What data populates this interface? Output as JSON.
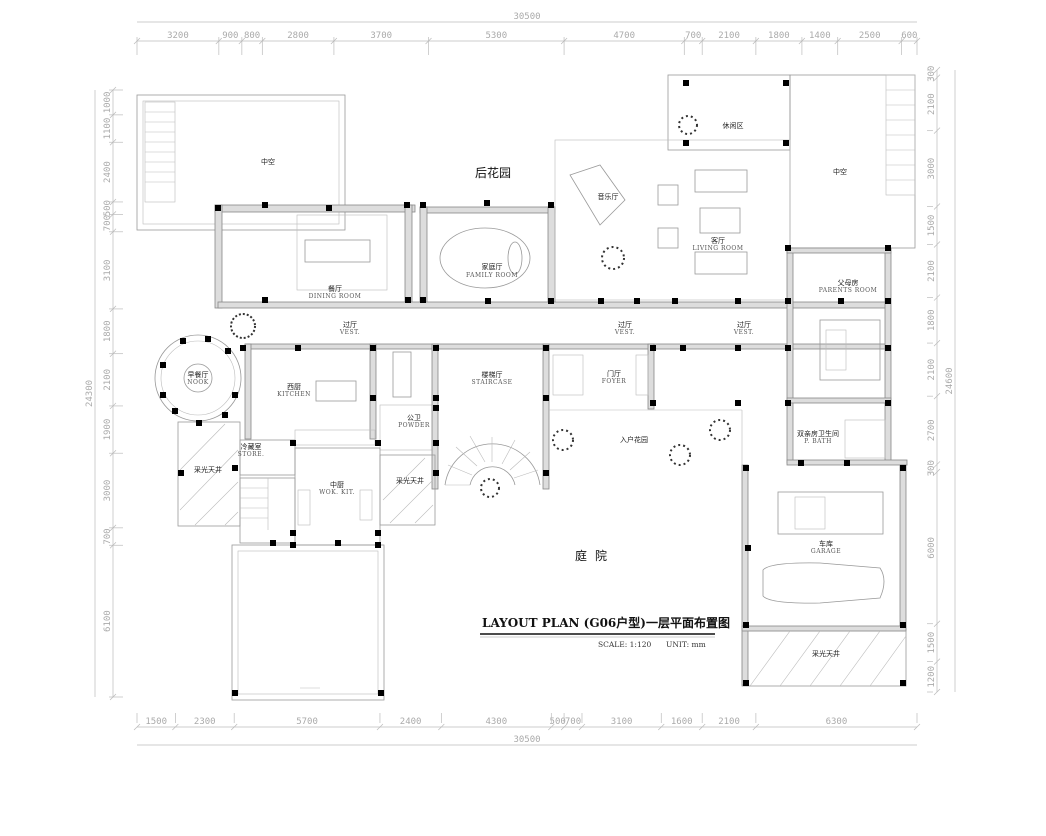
{
  "dimensions": {
    "top_total": "30500",
    "top": [
      "3200",
      "900",
      "800",
      "2800",
      "3700",
      "5300",
      "4700",
      "700",
      "2100",
      "1800",
      "1400",
      "2500",
      "600"
    ],
    "bottom_total": "30500",
    "bottom": [
      "1500",
      "2300",
      "5700",
      "2400",
      "4300",
      "500",
      "700",
      "3100",
      "1600",
      "2100",
      "6300"
    ],
    "left_total": "24300",
    "left": [
      "1000",
      "1100",
      "2400",
      "500",
      "700",
      "3100",
      "1800",
      "2100",
      "1900",
      "3000",
      "700",
      "6100"
    ],
    "right_total": "24600",
    "right": [
      "300",
      "2100",
      "3000",
      "1500",
      "2100",
      "1800",
      "2100",
      "2700",
      "300",
      "6000",
      "1500",
      "1200"
    ]
  },
  "rooms": [
    {
      "zh": "中空",
      "en": ""
    },
    {
      "zh": "中空",
      "en": ""
    },
    {
      "zh": "后花园",
      "en": ""
    },
    {
      "zh": "休闲区",
      "en": ""
    },
    {
      "zh": "音乐厅",
      "en": ""
    },
    {
      "zh": "客厅",
      "en": "LIVING ROOM"
    },
    {
      "zh": "家庭厅",
      "en": "FAMILY ROOM"
    },
    {
      "zh": "餐厅",
      "en": "DINING ROOM"
    },
    {
      "zh": "过厅",
      "en": "VEST."
    },
    {
      "zh": "过厅",
      "en": "VEST."
    },
    {
      "zh": "过厅",
      "en": "VEST."
    },
    {
      "zh": "父母房",
      "en": "PARENTS ROOM"
    },
    {
      "zh": "早餐厅",
      "en": "NOOK"
    },
    {
      "zh": "西厨",
      "en": "KITCHEN"
    },
    {
      "zh": "楼梯厅",
      "en": "STAIRCASE"
    },
    {
      "zh": "门厅",
      "en": "FOYER"
    },
    {
      "zh": "公卫",
      "en": "POWDER"
    },
    {
      "zh": "双亲房卫生间",
      "en": "P. BATH"
    },
    {
      "zh": "冷藏室",
      "en": "STORE."
    },
    {
      "zh": "中厨",
      "en": "WOK. KIT."
    },
    {
      "zh": "采光天井",
      "en": ""
    },
    {
      "zh": "采光天井",
      "en": ""
    },
    {
      "zh": "入户花园",
      "en": ""
    },
    {
      "zh": "车库",
      "en": "GARAGE"
    },
    {
      "zh": "庭院",
      "en": ""
    },
    {
      "zh": "采光天井",
      "en": ""
    }
  ],
  "title_block": {
    "title": "LAYOUT   PLAN  (G06户型)一层平面布置图",
    "scale": "SCALE:  1:120",
    "unit": "UNIT:  mm"
  }
}
